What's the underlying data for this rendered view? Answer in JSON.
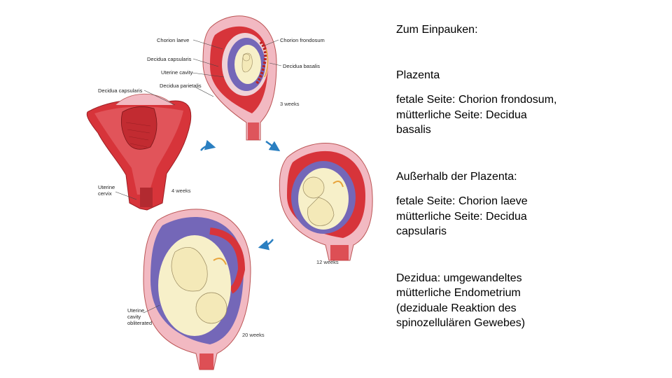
{
  "figure": {
    "labels": {
      "chorion_laeve": "Chorion laeve",
      "decidua_capsularis": "Decidua capsularis",
      "uterine_cavity": "Uterine cavity",
      "decidua_capsularis_2": "Decidua capsularis",
      "decidua_parietalis": "Decidua parietalis",
      "chorion_frondosum": "Chorion frondosum",
      "decidua_basalis": "Decidua basalis",
      "uterine_cervix_1": "Uterine",
      "uterine_cervix_2": "cervix",
      "uterine_cavity_obl_1": "Uterine",
      "uterine_cavity_obl_2": "cavity",
      "uterine_cavity_obl_3": "obliterated"
    },
    "stages": {
      "w3": "3 weeks",
      "w4": "4 weeks",
      "w12": "12 weeks",
      "w20": "20 weeks"
    }
  },
  "text": {
    "heading": "Zum Einpauken:",
    "placenta_title": "Plazenta",
    "placenta_fetal": "fetale Seite: Chorion frondosum,",
    "placenta_maternal": "mütterliche Seite: Decidua basalis",
    "outside_title": "Außerhalb der Plazenta:",
    "outside_fetal": "fetale Seite: Chorion laeve",
    "outside_maternal": "mütterliche Seite: Decidua capsularis",
    "decidua_def": "Dezidua: umgewandeltes mütterliche Endometrium (deziduale Reaktion des spinozellulären Gewebes)"
  },
  "colors": {
    "tissue_red": "#d7343a",
    "tissue_pink": "#f2b9c2",
    "amnion_purple": "#7467b8",
    "fetus_cream": "#f7f0c9",
    "arrow_blue": "#2a7fc1"
  }
}
